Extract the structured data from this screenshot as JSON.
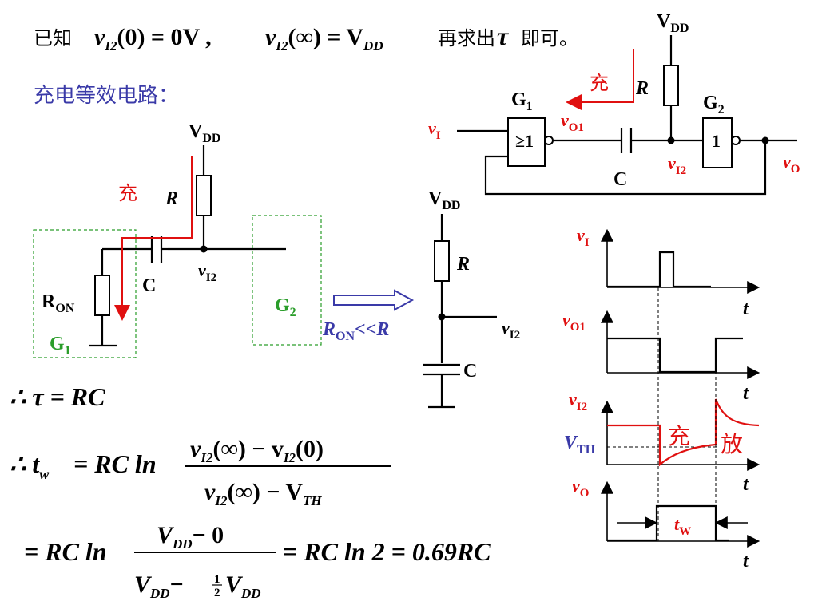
{
  "header": {
    "prefix": "已知",
    "cond1": "v",
    "cond1_sub": "I2",
    "cond1_rest": "(0) = 0V ,",
    "cond2": "v",
    "cond2_sub": "I2",
    "cond2_rest": "(∞) = V",
    "cond2_sub2": "DD",
    "middle": "再求出",
    "tau": "τ",
    "suffix": "即可。"
  },
  "equiv_title": "充电等效电路：",
  "left_circuit": {
    "vdd": "V",
    "vdd_sub": "DD",
    "r": "R",
    "charge": "充",
    "c": "C",
    "vi2": "v",
    "vi2_sub": "I2",
    "ron": "R",
    "ron_sub": "ON",
    "g1": "G",
    "g1_sub": "1",
    "g2": "G",
    "g2_sub": "2"
  },
  "condition": {
    "text": "R",
    "sub": "ON",
    "rest": "<<R"
  },
  "mid_circuit": {
    "vdd": "V",
    "vdd_sub": "DD",
    "r": "R",
    "c": "C",
    "vi2": "v",
    "vi2_sub": "I2"
  },
  "top_circuit": {
    "vdd": "V",
    "vdd_sub": "DD",
    "charge": "充",
    "r": "R",
    "g1": "G",
    "g1_sub": "1",
    "g2": "G",
    "g2_sub": "2",
    "vo1": "v",
    "vo1_sub": "O1",
    "vi": "v",
    "vi_sub": "I",
    "gate1": "≥1",
    "gate2": "1",
    "c": "C",
    "vi2": "v",
    "vi2_sub": "I2",
    "vo": "v",
    "vo_sub": "O"
  },
  "formulas": {
    "tau_line": "∴ τ = RC",
    "tw_lhs": "∴ t",
    "tw_sub": "w",
    "tw_eq": "= RC ln",
    "num1": "v",
    "num1_sub": "I2",
    "num1_rest": "(∞) − v",
    "num1_sub2": "I2",
    "num1_end": "(0)",
    "den1": "v",
    "den1_sub": "I2",
    "den1_rest": "(∞) − V",
    "den1_sub2": "TH",
    "line2_lhs": "= RC ln",
    "num2": "V",
    "num2_sub": "DD",
    "num2_rest": "− 0",
    "den2": "V",
    "den2_sub": "DD",
    "den2_rest": "− ",
    "half_num": "1",
    "half_den": "2",
    "den2_v": "V",
    "den2_sub2": "DD",
    "result": "= RC ln 2 = 0.69RC"
  },
  "waveforms": {
    "vi_label": "v",
    "vi_sub": "I",
    "vo1_label": "v",
    "vo1_sub": "O1",
    "vi2_label": "v",
    "vi2_sub": "I2",
    "vth_label": "V",
    "vth_sub": "TH",
    "vo_label": "v",
    "vo_sub": "O",
    "t_label": "t",
    "charge": "充",
    "discharge": "放",
    "tw": "t",
    "tw_sub": "W"
  },
  "colors": {
    "red": "#e01010",
    "green": "#2a9d2a",
    "blue": "#3a3aa8",
    "black": "#000000"
  }
}
